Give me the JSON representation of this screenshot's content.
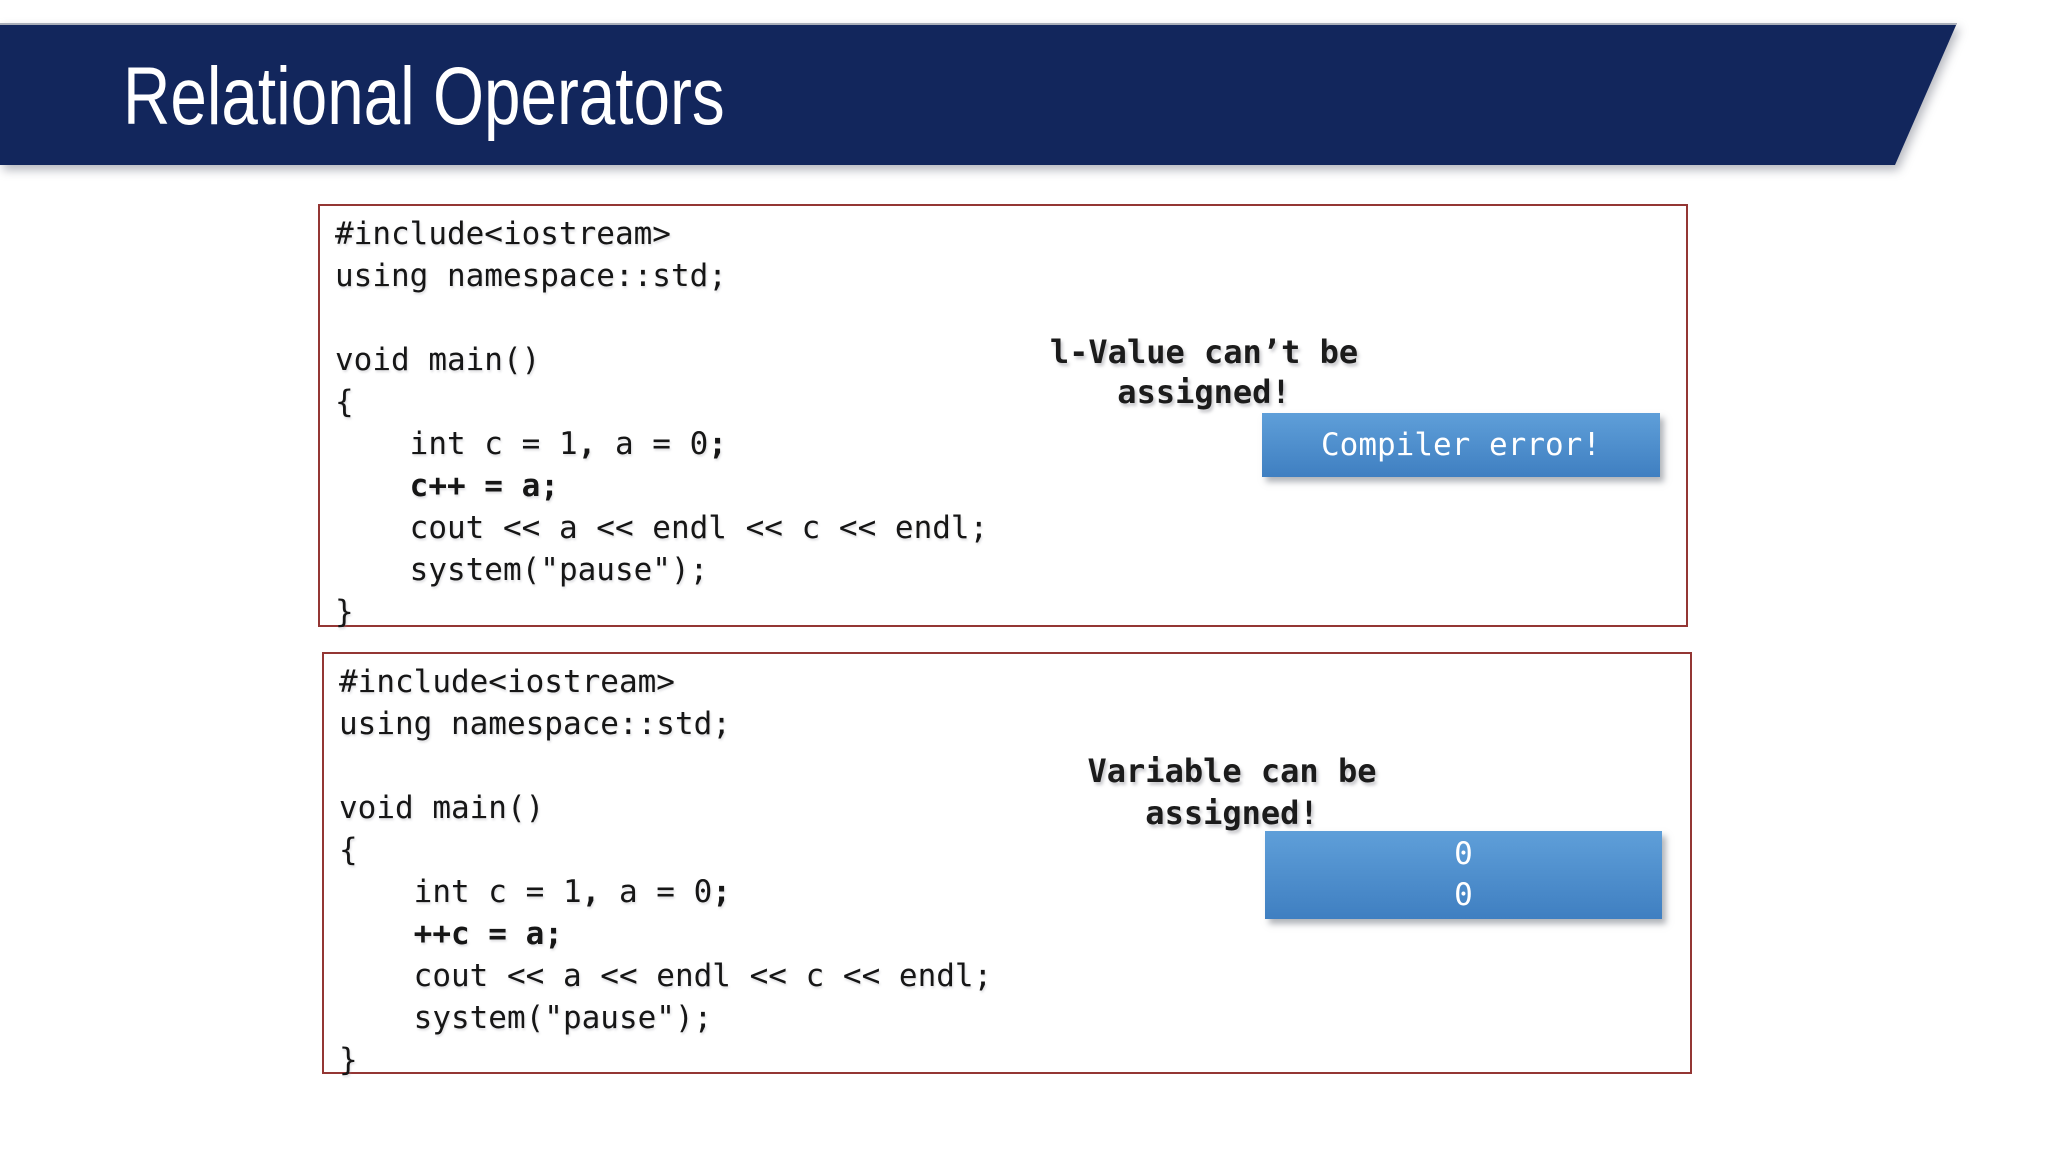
{
  "slide": {
    "title": "Relational Operators"
  },
  "colors": {
    "page_bg": "#ffffff",
    "banner_bg": "#12265c",
    "banner_top_edge": "#a9aeb9",
    "banner_text": "#ffffff",
    "box_border": "#943634",
    "code_text": "#161616",
    "note_text": "#1b1b1b",
    "callout_text": "#ffffff",
    "callout_grad_top": "#5f9fd9",
    "callout_grad_bottom": "#3f7fc1"
  },
  "code_boxes": [
    {
      "lines": [
        [
          {
            "text": "#include<iostream>"
          }
        ],
        [
          {
            "text": "using namespace::std;"
          }
        ],
        [
          {
            "text": ""
          }
        ],
        [
          {
            "text": "void main()"
          }
        ],
        [
          {
            "text": "{"
          }
        ],
        [
          {
            "text": "    int c = 1"
          },
          {
            "text": ",",
            "bold": true
          },
          {
            "text": " a = 0"
          },
          {
            "text": ";",
            "bold": true
          }
        ],
        [
          {
            "text": "    "
          },
          {
            "text": "c++ = a;",
            "bold": true
          }
        ],
        [
          {
            "text": "    cout << a << endl << c << endl;"
          }
        ],
        [
          {
            "text": "    system(\"pause\");"
          }
        ],
        [
          {
            "text": "}"
          }
        ]
      ],
      "note": [
        "l-Value can’t be",
        "assigned!"
      ],
      "callout": [
        "Compiler error!"
      ]
    },
    {
      "lines": [
        [
          {
            "text": "#include<iostream>"
          }
        ],
        [
          {
            "text": "using namespace::std;"
          }
        ],
        [
          {
            "text": ""
          }
        ],
        [
          {
            "text": "void main()"
          }
        ],
        [
          {
            "text": "{"
          }
        ],
        [
          {
            "text": "    int c = 1"
          },
          {
            "text": ",",
            "bold": true
          },
          {
            "text": " a = 0"
          },
          {
            "text": ";",
            "bold": true
          }
        ],
        [
          {
            "text": "    "
          },
          {
            "text": "++c = a;",
            "bold": true
          }
        ],
        [
          {
            "text": "    cout << a << endl << c << endl;"
          }
        ],
        [
          {
            "text": "    system(\"pause\");"
          }
        ],
        [
          {
            "text": "}"
          }
        ]
      ],
      "note": [
        "Variable can be",
        "assigned!"
      ],
      "callout": [
        "0",
        "0"
      ]
    }
  ]
}
